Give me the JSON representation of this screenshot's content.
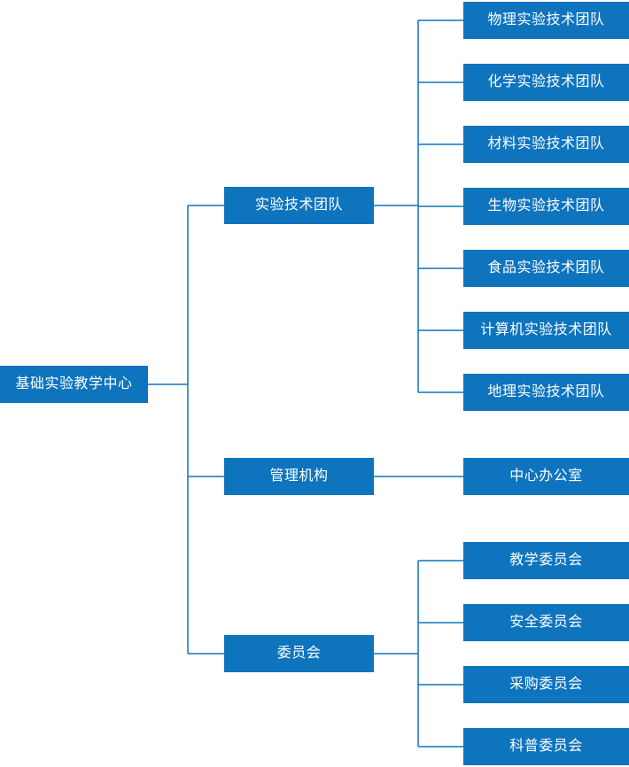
{
  "diagram": {
    "type": "org-chart",
    "accent_color": "#0F74BE",
    "text_color": "#FFFFFF",
    "line_color": "#0F74BE"
  },
  "root": {
    "label": "基础实验教学中心"
  },
  "branches": [
    {
      "label": "实验技术团队",
      "children": [
        {
          "label": "物理实验技术团队"
        },
        {
          "label": "化学实验技术团队"
        },
        {
          "label": "材料实验技术团队"
        },
        {
          "label": "生物实验技术团队"
        },
        {
          "label": "食品实验技术团队"
        },
        {
          "label": "计算机实验技术团队"
        },
        {
          "label": "地理实验技术团队"
        }
      ]
    },
    {
      "label": "管理机构",
      "children": [
        {
          "label": "中心办公室"
        }
      ]
    },
    {
      "label": "委员会",
      "children": [
        {
          "label": "教学委员会"
        },
        {
          "label": "安全委员会"
        },
        {
          "label": "采购委员会"
        },
        {
          "label": "科普委员会"
        }
      ]
    }
  ]
}
